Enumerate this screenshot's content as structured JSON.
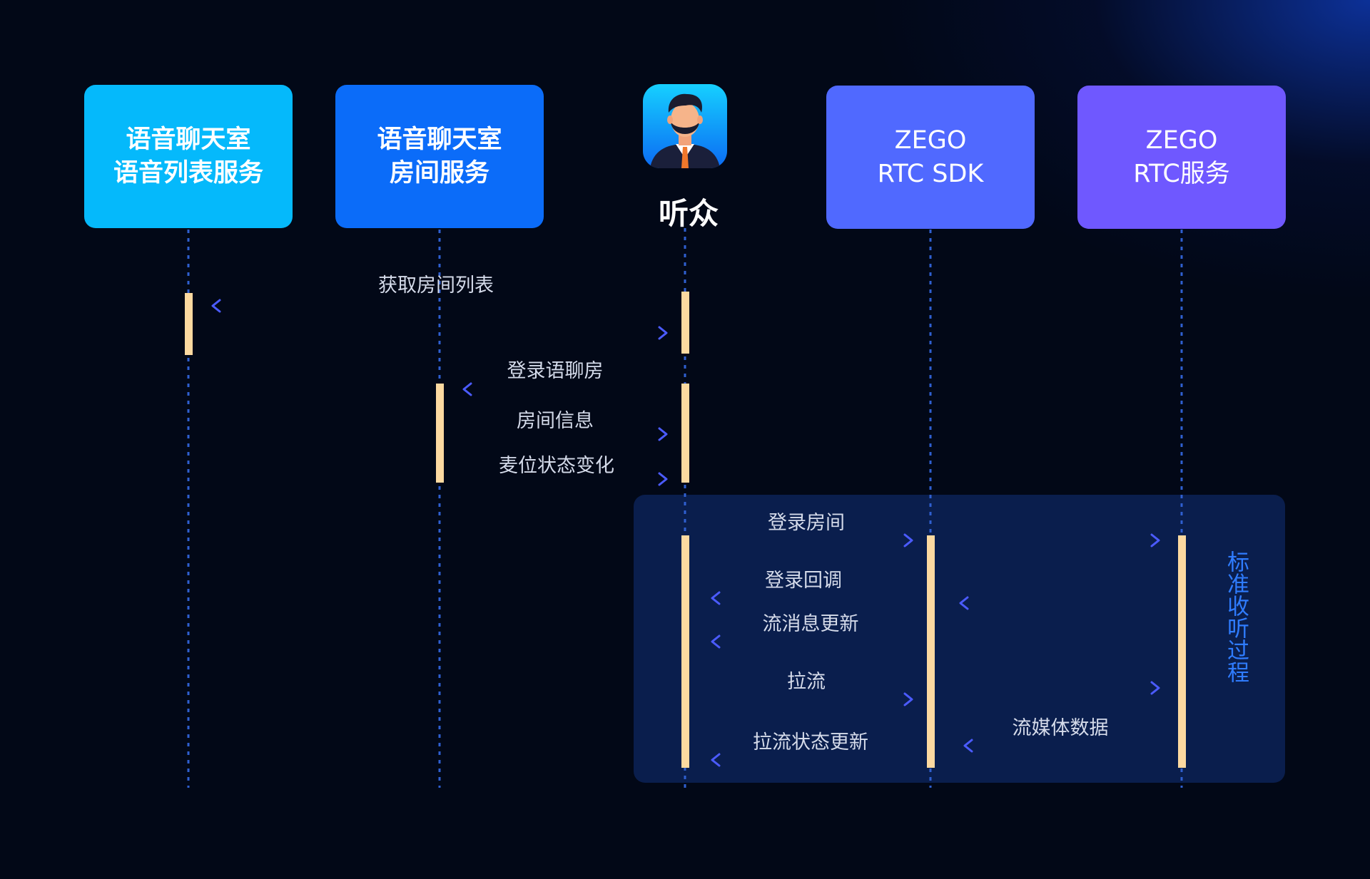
{
  "participants": {
    "voice_list_service": [
      "语音聊天室",
      "语音列表服务"
    ],
    "room_service": [
      "语音聊天室",
      "房间服务"
    ],
    "audience": "听众",
    "zego_sdk": [
      "ZEGO",
      "RTC SDK"
    ],
    "zego_service": [
      "ZEGO",
      "RTC服务"
    ]
  },
  "messages": {
    "get_room_list": "获取房间列表",
    "login_voice_room": "登录语聊房",
    "room_info": "房间信息",
    "mic_state_change": "麦位状态变化",
    "login_room": "登录房间",
    "login_callback": "登录回调",
    "stream_message_update": "流消息更新",
    "pull_stream": "拉流",
    "pull_stream_state_update": "拉流状态更新",
    "stream_media_data": "流媒体数据"
  },
  "panel_label": "标准收听过程",
  "colors": {
    "background": "#020817",
    "lifeline": "#2f5fd0",
    "activation": "#fcd9a0",
    "arrow_cyan": "#0fb8ff",
    "arrow_blue": "#3f63ff",
    "panel": "#0a1e4d",
    "panel_label": "#2f7cff"
  }
}
